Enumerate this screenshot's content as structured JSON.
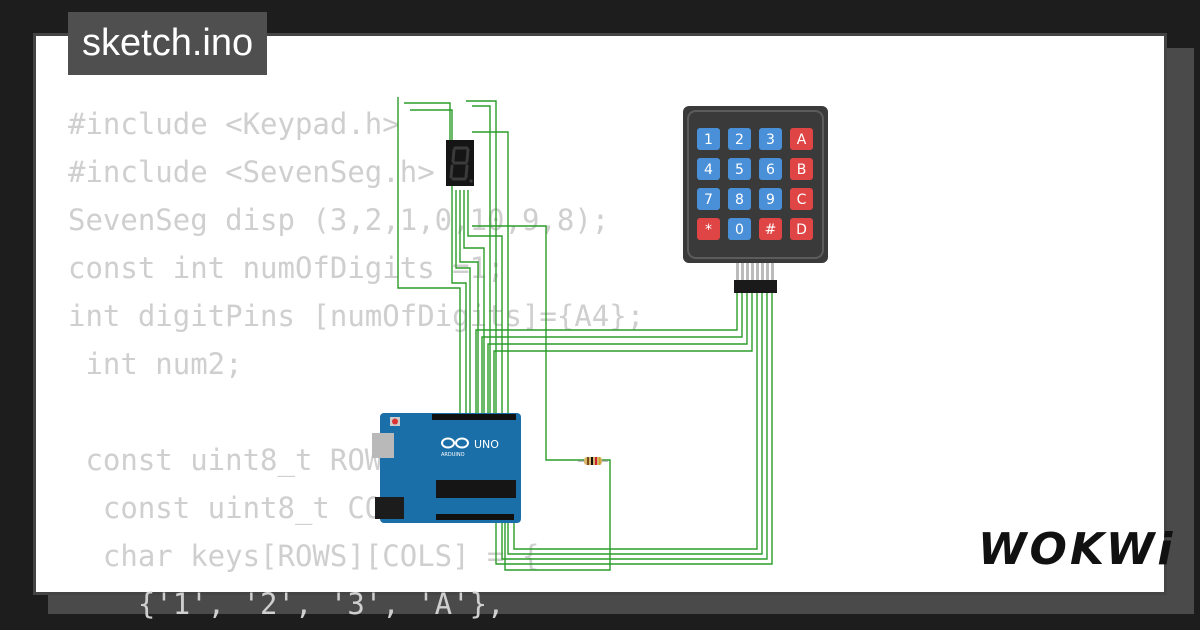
{
  "tab": {
    "title": "sketch.ino"
  },
  "code_lines": [
    "#include <Keypad.h>",
    "#include <SevenSeg.h>",
    "SevenSeg disp (3,2,1,0,10,9,8);",
    "const int numOfDigits =1;",
    "int digitPins [numOfDigits]={A4};",
    " int num2;",
    "",
    " const uint8_t ROWS = 4;",
    "  const uint8_t COLS = 4;",
    "  char keys[ROWS][COLS] = {",
    "    {'1', '2', '3', 'A'},"
  ],
  "keypad": {
    "keys": [
      "1",
      "2",
      "3",
      "A",
      "4",
      "5",
      "6",
      "B",
      "7",
      "8",
      "9",
      "C",
      "*",
      "0",
      "#",
      "D"
    ],
    "colors": {
      "number": "#4a90d9",
      "letter": "#e04545",
      "body": "#3a3a3a",
      "frame": "#5c5c5c"
    }
  },
  "arduino": {
    "model": "UNO",
    "brand": "ARDUINO",
    "color": "#1a6fa8"
  },
  "seven_segment": {
    "digit": "8"
  },
  "wire_color": "#2a9d2a",
  "logo": {
    "text": "WOKWi"
  }
}
